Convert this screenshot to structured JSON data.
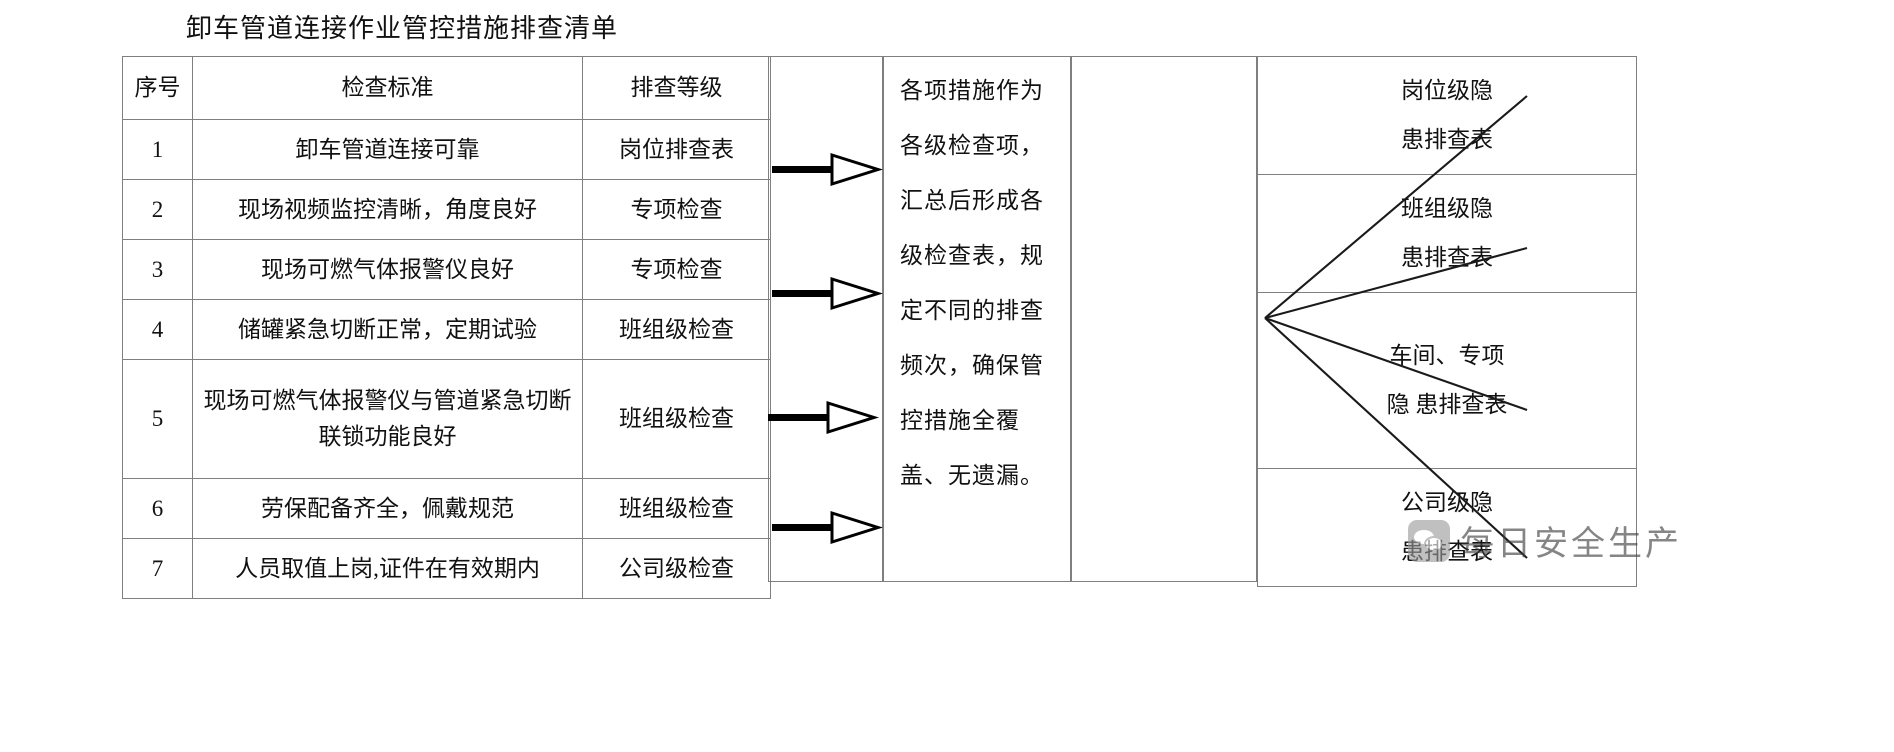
{
  "document": {
    "title": "卸车管道连接作业管控措施排查清单"
  },
  "checklist": {
    "headers": [
      "序号",
      "检查标准",
      "排查等级"
    ],
    "rows": [
      {
        "index": "1",
        "standard": "卸车管道连接可靠",
        "level": "岗位排查表"
      },
      {
        "index": "2",
        "standard": "现场视频监控清晰，角度良好",
        "level": "专项检查"
      },
      {
        "index": "3",
        "standard": "现场可燃气体报警仪良好",
        "level": "专项检查"
      },
      {
        "index": "4",
        "standard": "储罐紧急切断正常，定期试验",
        "level": "班组级检查"
      },
      {
        "index": "5",
        "standard": "现场可燃气体报警仪与管道紧急切断联锁功能良好",
        "level": "班组级检查"
      },
      {
        "index": "6",
        "standard": "劳保配备齐全，佩戴规范",
        "level": "班组级检查"
      },
      {
        "index": "7",
        "standard": "人员取值上岗,证件在有效期内",
        "level": "公司级检查"
      }
    ]
  },
  "middle": {
    "note": "各项措施作为各级检查项，汇总后形成各级检查表，规定不同的排查频次，确保管控措施全覆盖、无遗漏。"
  },
  "arrows": {
    "count": 4,
    "names": [
      "arrow-1",
      "arrow-2",
      "arrow-3",
      "arrow-4"
    ],
    "color": "#000000"
  },
  "fan": {
    "lines": 4,
    "color": "#1a1a1a"
  },
  "outputs": {
    "items": [
      {
        "line1": "岗位级隐",
        "line2": "患排查表"
      },
      {
        "line1": "班组级隐",
        "line2": "患排查表"
      },
      {
        "line1": "车间、专项",
        "line2": "隐  患排查表"
      },
      {
        "line1": "公司级隐",
        "line2": "患排查表"
      }
    ]
  },
  "watermark": {
    "text": "每日安全生产",
    "icon": "wechat-icon"
  }
}
